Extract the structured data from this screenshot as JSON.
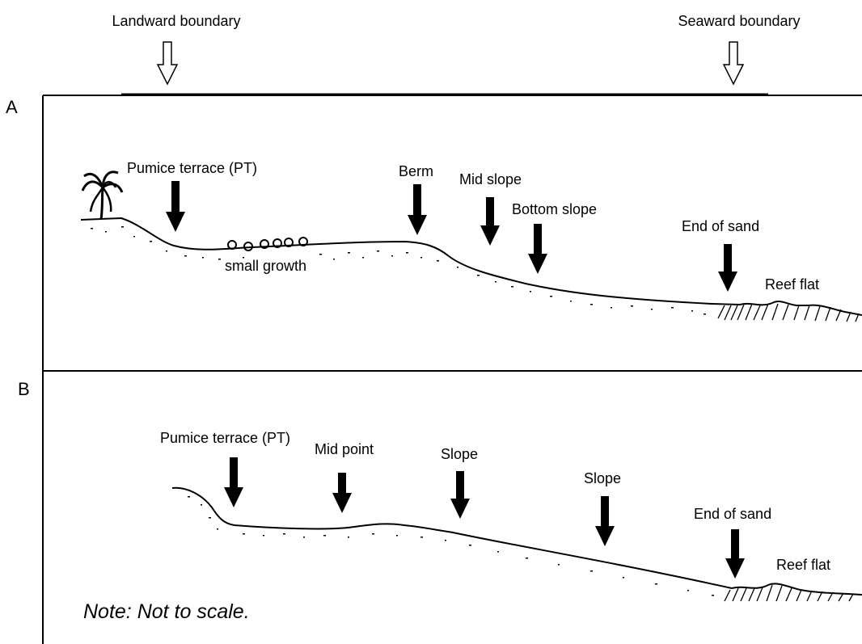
{
  "boundaries": {
    "landward": "Landward boundary",
    "seaward": "Seaward boundary"
  },
  "panel_a": {
    "letter": "A",
    "labels": {
      "pumice_terrace": "Pumice terrace (PT)",
      "small_growth": "small growth",
      "berm": "Berm",
      "mid_slope": "Mid slope",
      "bottom_slope": "Bottom slope",
      "end_of_sand": "End of sand",
      "reef_flat": "Reef flat"
    }
  },
  "panel_b": {
    "letter": "B",
    "labels": {
      "pumice_terrace": "Pumice terrace (PT)",
      "mid_point": "Mid point",
      "slope_1": "Slope",
      "slope_2": "Slope",
      "end_of_sand": "End of sand",
      "reef_flat": "Reef flat"
    },
    "note": "Note: Not to scale."
  },
  "colors": {
    "ink": "#000000",
    "background": "#ffffff"
  }
}
